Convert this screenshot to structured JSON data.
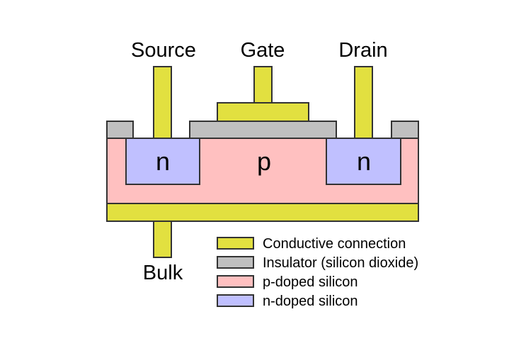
{
  "terminals": {
    "source": "Source",
    "gate": "Gate",
    "drain": "Drain",
    "bulk": "Bulk"
  },
  "regions": {
    "left_n": "n",
    "center_p": "p",
    "right_n": "n"
  },
  "legend": [
    {
      "label": "Conductive connection",
      "color": "#e2e040"
    },
    {
      "label": "Insulator (silicon dioxide)",
      "color": "#c0c0c0"
    },
    {
      "label": "p-doped silicon",
      "color": "#ffc0c0"
    },
    {
      "label": "n-doped silicon",
      "color": "#c0c0ff"
    }
  ],
  "colors": {
    "conductor": "#e2e040",
    "insulator": "#c0c0c0",
    "p_silicon": "#ffc0c0",
    "n_silicon": "#c0c0ff",
    "outline": "#333333"
  }
}
